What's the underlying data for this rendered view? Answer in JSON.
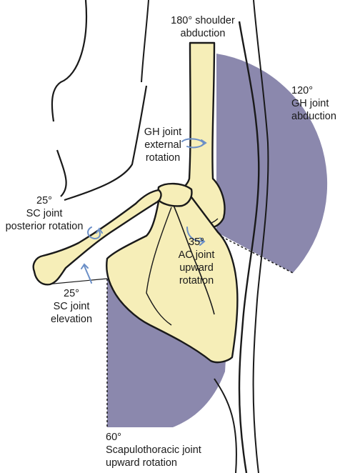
{
  "colors": {
    "bone": "#f6eeb8",
    "bone_outline": "#1a1a1a",
    "sector": "#8b88ad",
    "arrow": "#6b8fc7",
    "background": "#ffffff"
  },
  "labels": {
    "shoulder_abduction": {
      "value": "180° shoulder",
      "desc": "abduction"
    },
    "gh_abduction": {
      "value": "120°",
      "joint": "GH joint",
      "desc": "abduction"
    },
    "gh_external_rotation": {
      "joint": "GH joint",
      "line2": "external",
      "line3": "rotation"
    },
    "sc_posterior_rotation": {
      "value": "25°",
      "joint": "SC joint",
      "desc": "posterior rotation"
    },
    "ac_upward_rotation": {
      "value": "35°",
      "joint": "AC joint",
      "desc": "upward",
      "desc2": "rotation"
    },
    "sc_elevation": {
      "value": "25°",
      "joint": "SC joint",
      "desc": "elevation"
    },
    "scapulothoracic_rotation": {
      "value": "60°",
      "joint": "Scapulothoracic joint",
      "desc": "upward rotation"
    }
  }
}
